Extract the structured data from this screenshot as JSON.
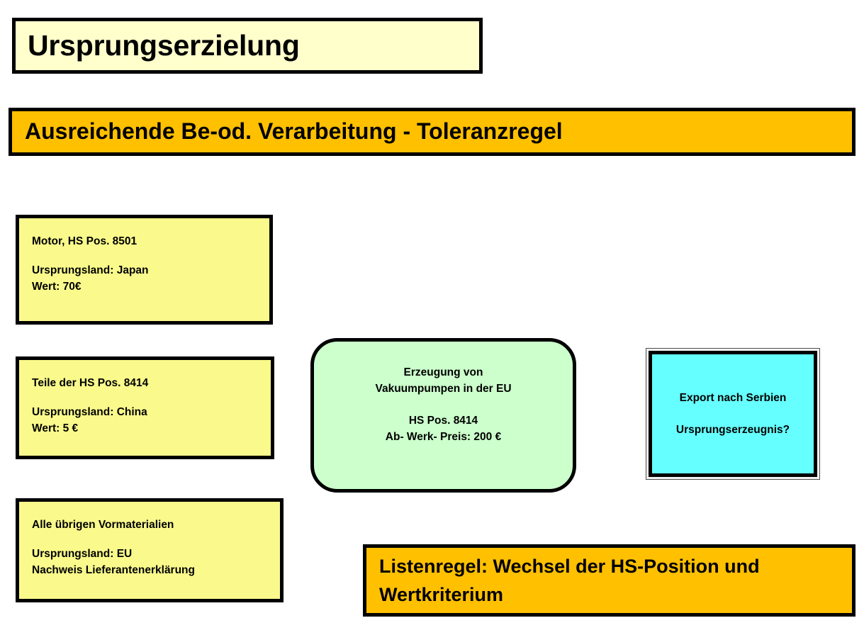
{
  "slide": {
    "title_banner": {
      "text": "Ursprungserzielung",
      "bg_color": "#FFFFCC",
      "border_color": "#000000"
    },
    "subtitle_banner": {
      "text": "Ausreichende Be-od. Verarbeitung - Toleranzregel",
      "bg_color": "#FFC000",
      "border_color": "#000000"
    },
    "material_boxes": [
      {
        "name": "motor",
        "bg_color": "#FAFA8C",
        "lines": [
          "Motor, HS Pos. 8501",
          "",
          "Ursprungsland: Japan",
          "Wert: 70€"
        ]
      },
      {
        "name": "teile",
        "bg_color": "#FAFA8C",
        "lines": [
          "Teile der HS Pos. 8414",
          "",
          "Ursprungsland: China",
          "Wert: 5 €"
        ]
      },
      {
        "name": "uebrige-vormaterialien",
        "bg_color": "#FAFA8C",
        "lines": [
          "Alle übrigen Vormaterialien",
          "",
          "Ursprungsland: EU",
          "Nachweis Lieferantenerklärung"
        ]
      }
    ],
    "production_box": {
      "name": "erzeugung",
      "bg_color": "#CCFFCC",
      "lines": [
        "Erzeugung von",
        "Vakuumpumpen in der EU",
        "",
        "HS Pos. 8414",
        "Ab- Werk- Preis: 200 €"
      ]
    },
    "export_box": {
      "name": "export-serbien",
      "bg_color": "#66FFFF",
      "lines": [
        "Export nach Serbien",
        "",
        "Ursprungserzeugnis?"
      ]
    },
    "rule_banner": {
      "bg_color": "#FFC000",
      "lines": [
        "Listenregel: Wechsel der HS-Position und",
        "Wertkriterium"
      ]
    }
  }
}
